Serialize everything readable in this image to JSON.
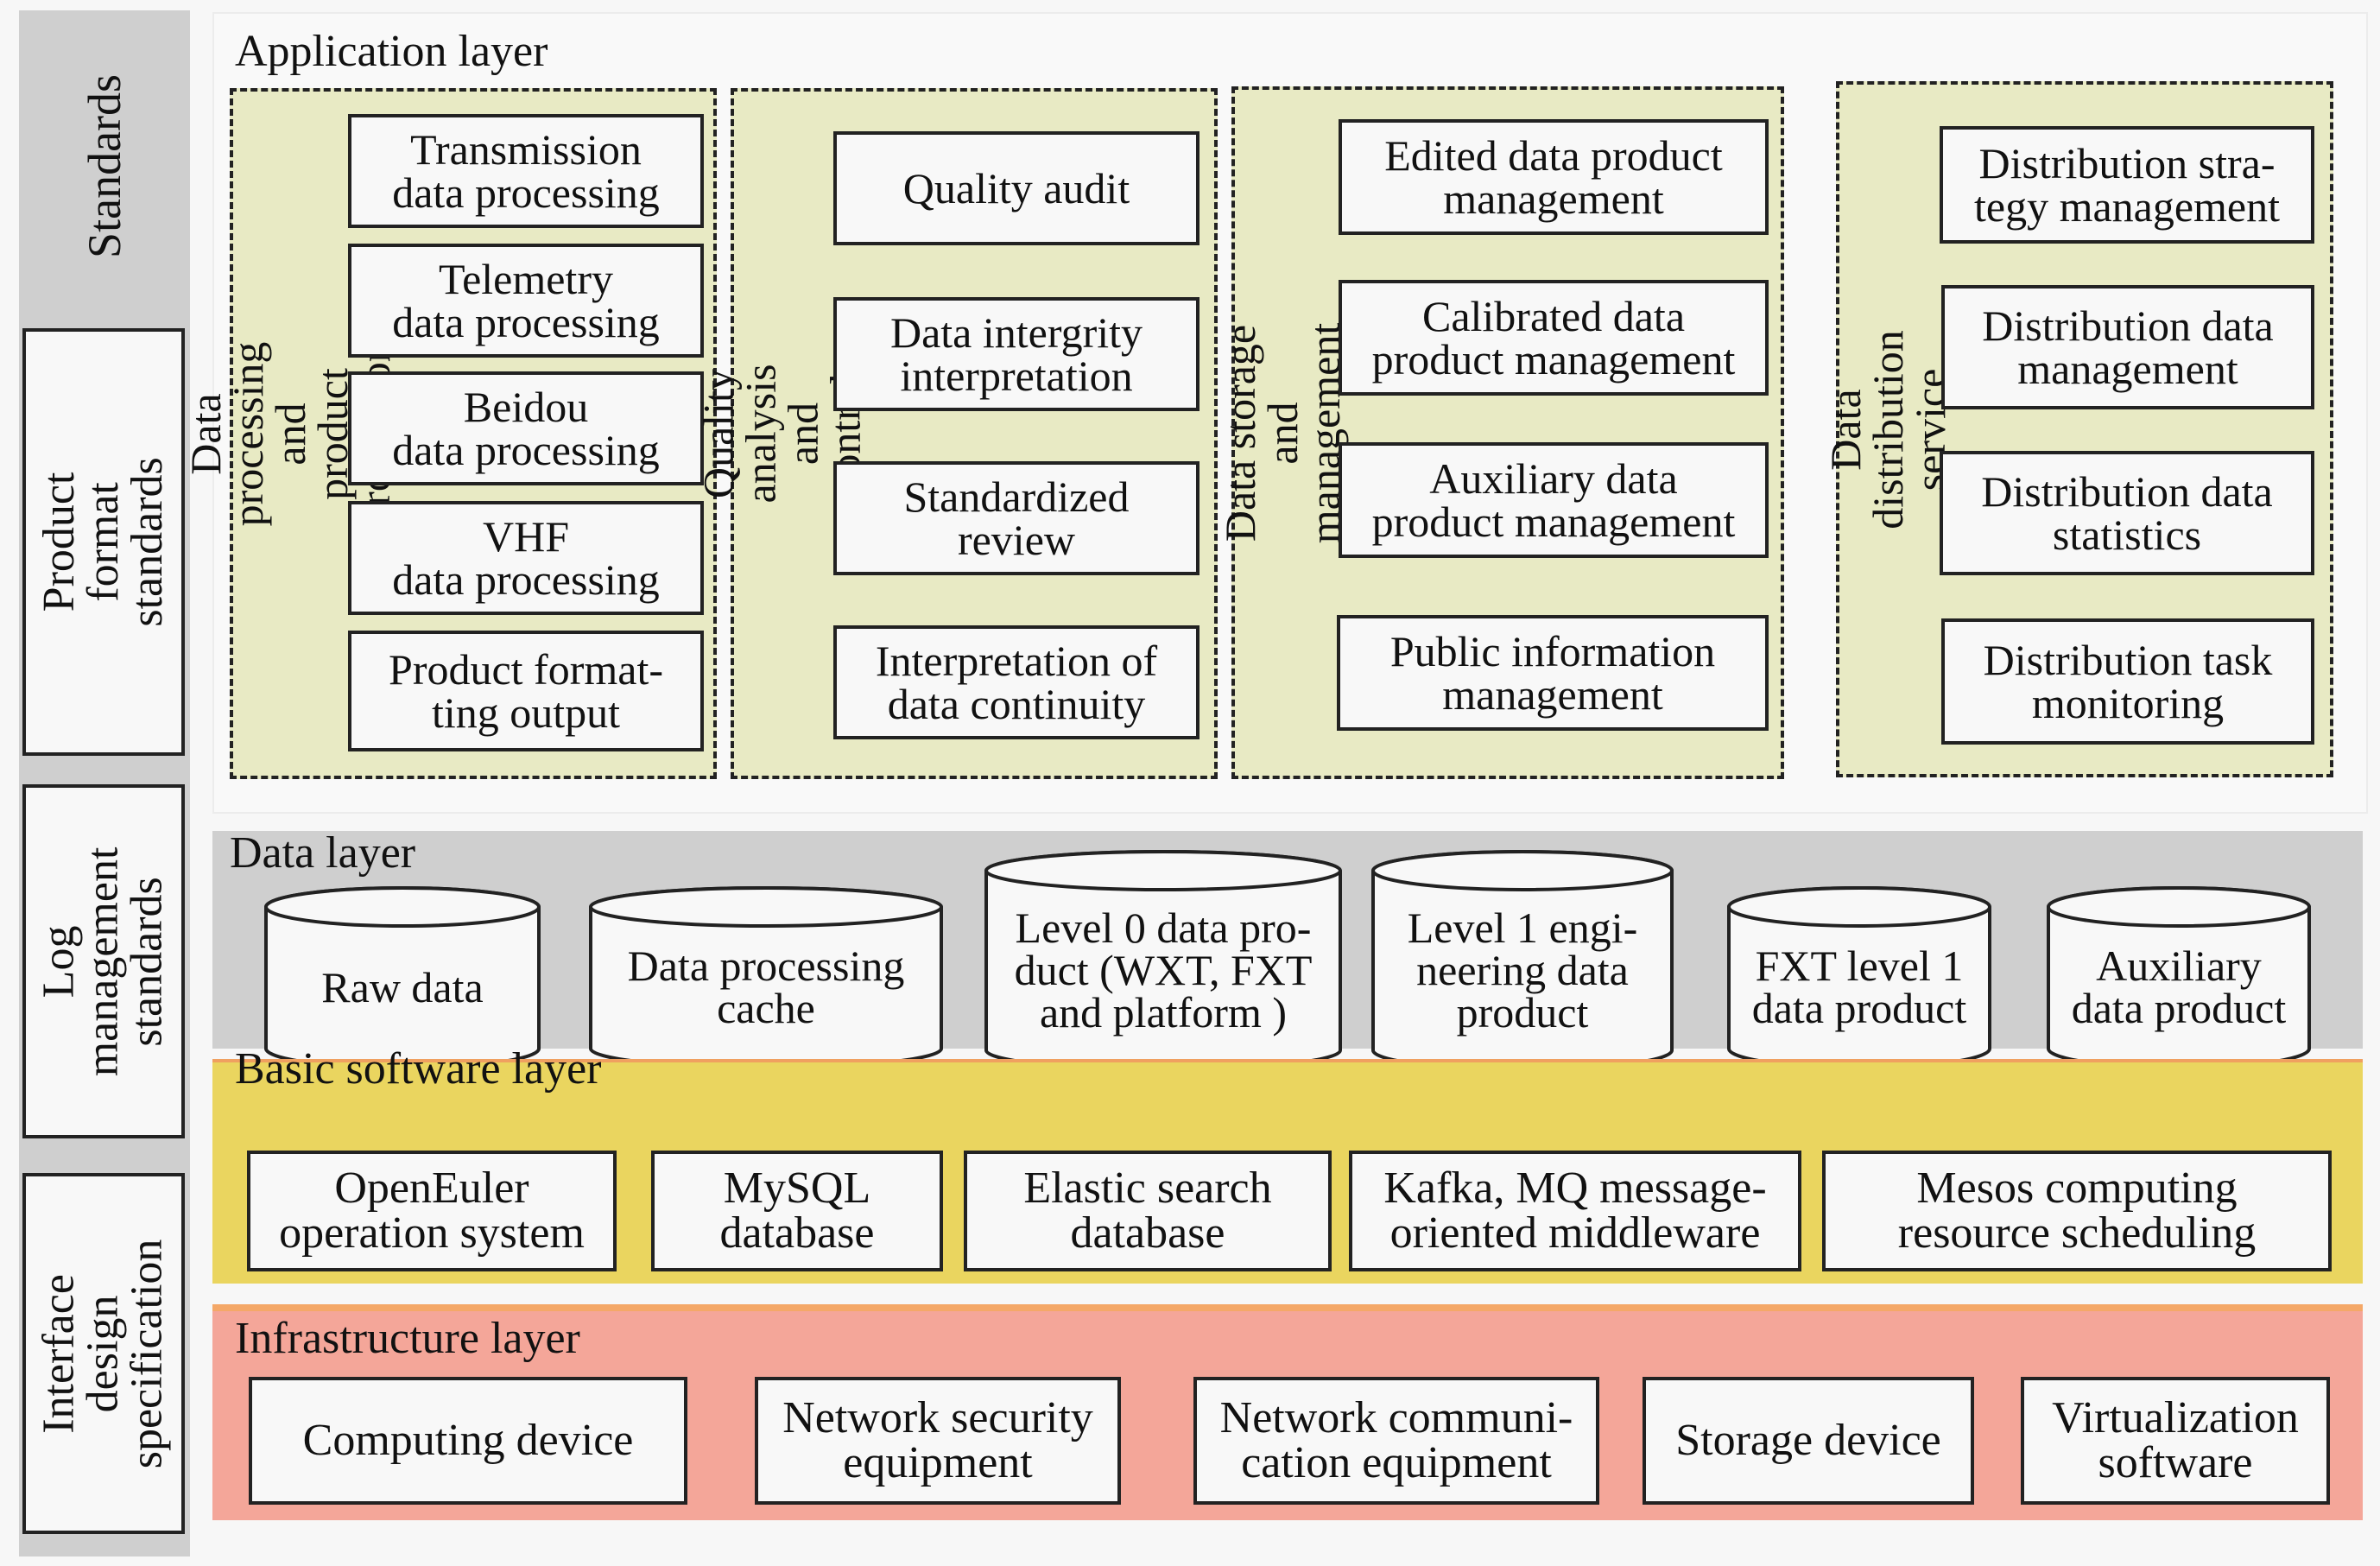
{
  "standards_column": {
    "header": "Standards",
    "items": [
      {
        "label": "Product format\nstandards"
      },
      {
        "label": "Log\nmanagement\nstandards"
      },
      {
        "label": "Interface design\nspecification"
      }
    ]
  },
  "application_layer": {
    "title": "Application layer",
    "groups": [
      {
        "title": "Data processing and\nproduct production",
        "items": [
          "Transmission\ndata processing",
          "Telemetry\ndata processing",
          "Beidou\ndata processing",
          "VHF\ndata processing",
          "Product format-\nting output"
        ]
      },
      {
        "title": "Quality analysis and control",
        "items": [
          "Quality audit",
          "Data intergrity\ninterpretation",
          "Standardized\nreview",
          "Interpretation of\ndata continuity"
        ]
      },
      {
        "title": "Data storage and management",
        "items": [
          "Edited data product\nmanagement",
          "Calibrated data\nproduct management",
          "Auxiliary data\nproduct management",
          "Public information\nmanagement"
        ]
      },
      {
        "title": "Data distribution service",
        "items": [
          "Distribution stra-\ntegy management",
          "Distribution data\nmanagement",
          "Distribution data\nstatistics",
          "Distribution task\nmonitoring"
        ]
      }
    ]
  },
  "data_layer": {
    "title": "Data layer",
    "items": [
      "Raw data",
      "Data processing\ncache",
      "Level 0 data pro-\nduct (WXT, FXT\nand platform )",
      "Level 1 engi-\nneering data\nproduct",
      "FXT level 1\ndata product",
      "Auxiliary\ndata product"
    ]
  },
  "basic_software_layer": {
    "title": "Basic software layer",
    "items": [
      "OpenEuler\noperation system",
      "MySQL\ndatabase",
      "Elastic search\ndatabase",
      "Kafka, MQ message-\noriented middleware",
      "Mesos computing\nresource scheduling"
    ]
  },
  "infrastructure_layer": {
    "title": "Infrastructure layer",
    "items": [
      "Computing device",
      "Network security\nequipment",
      "Network communi-\ncation equipment",
      "Storage device",
      "Virtualization\nsoftware"
    ]
  },
  "colors": {
    "standards_bg": "#cfcfcf",
    "application_group_bg": "#e8eac4",
    "data_layer_bg": "#cfcfcf",
    "basic_software_bg": "#ead55f",
    "infrastructure_bg": "#f4a699"
  }
}
